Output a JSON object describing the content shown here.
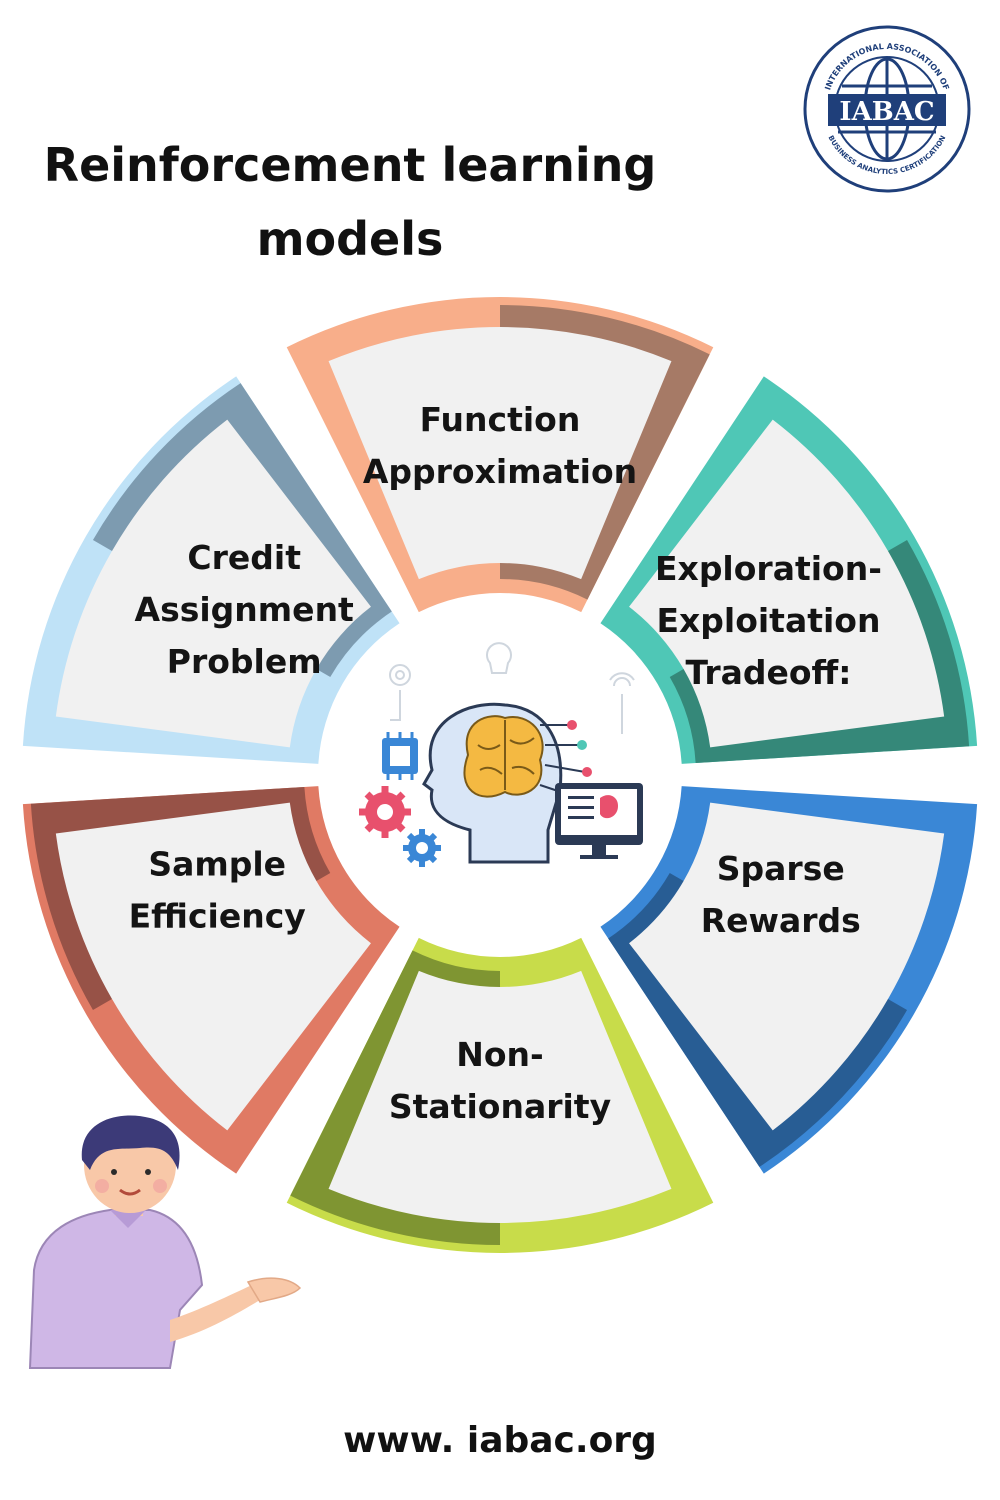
{
  "title": {
    "line1": "Reinforcement learning",
    "line2": "models"
  },
  "logo": {
    "acronym": "IABAC",
    "ring_top": "INTERNATIONAL ASSOCIATION OF",
    "ring_bottom": "BUSINESS ANALYTICS CERTIFICATION"
  },
  "segments": [
    {
      "id": "function-approximation",
      "lines": [
        "Function",
        "Approximation"
      ],
      "color": "#f8ae8a",
      "shade": "#a67a66"
    },
    {
      "id": "exploration-exploitation",
      "lines": [
        "Exploration-",
        "Exploitation",
        "Tradeoff:"
      ],
      "color": "#4fc7b6",
      "shade": "#358879"
    },
    {
      "id": "sparse-rewards",
      "lines": [
        "Sparse",
        "Rewards"
      ],
      "color": "#3a87d6",
      "shade": "#285d94"
    },
    {
      "id": "non-stationarity",
      "lines": [
        "Non-",
        "Stationarity"
      ],
      "color": "#c8dc4a",
      "shade": "#7f9532"
    },
    {
      "id": "sample-efficiency",
      "lines": [
        "Sample",
        "Efficiency"
      ],
      "color": "#e07a64",
      "shade": "#975247"
    },
    {
      "id": "credit-assignment",
      "lines": [
        "Credit",
        "Assignment",
        "Problem"
      ],
      "color": "#bfe2f7",
      "shade": "#7d9bb0"
    }
  ],
  "colors": {
    "panel": "#f1f1f1",
    "brain": "#f4b942",
    "head": "#d9e6f7",
    "logo_blue": "#1f3f7a"
  },
  "footer": "www. iabac.org"
}
